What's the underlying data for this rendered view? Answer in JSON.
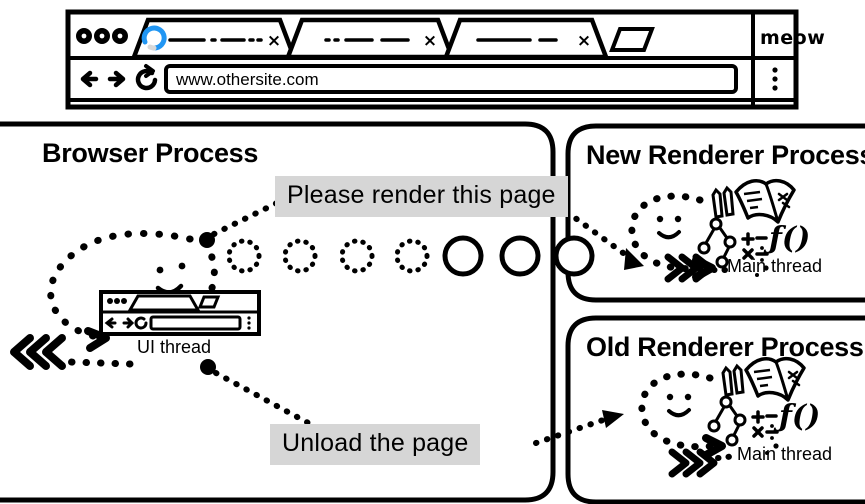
{
  "browser_window": {
    "tabs": [
      {
        "name": "tab-loading",
        "has_spinner": true,
        "spinner_color": "#2196f3",
        "title_redacted": true,
        "close_label": "×"
      },
      {
        "name": "tab-second",
        "has_spinner": false,
        "title_redacted": true,
        "close_label": "×"
      },
      {
        "name": "tab-third",
        "has_spinner": false,
        "title_redacted": true,
        "close_label": "×"
      }
    ],
    "new_tab_button": "+",
    "brand_label": "meow",
    "toolbar": {
      "back_label": "←",
      "forward_label": "→",
      "reload_label": "↻",
      "menu_label": "⋮",
      "address_value": "www.othersite.com"
    },
    "window_controls": [
      "dot",
      "dot",
      "dot"
    ]
  },
  "panels": {
    "browser_process": {
      "title": "Browser Process",
      "thread_label": "UI thread",
      "messages": [
        {
          "id": "render-request",
          "text": "Please render this page"
        },
        {
          "id": "unload-request",
          "text": "Unload the page"
        }
      ],
      "progress_dots": {
        "filled": 1,
        "outline_dotted": 4,
        "outline_solid": 3
      }
    },
    "new_renderer": {
      "title": "New Renderer Process",
      "thread_label": "Main thread",
      "icons": [
        "pencils-icon",
        "open-book-icon",
        "dom-tree-icon",
        "math-symbols-icon",
        "function-icon",
        "smiley-icon"
      ]
    },
    "old_renderer": {
      "title": "Old Renderer Process",
      "thread_label": "Main thread",
      "icons": [
        "pencils-icon",
        "open-book-icon",
        "dom-tree-icon",
        "math-symbols-icon",
        "function-icon",
        "smiley-icon"
      ]
    }
  },
  "colors": {
    "ink": "#000000",
    "label_background": "#d6d6d6",
    "spinner_blue": "#2196f3",
    "page_background": "#ffffff"
  }
}
